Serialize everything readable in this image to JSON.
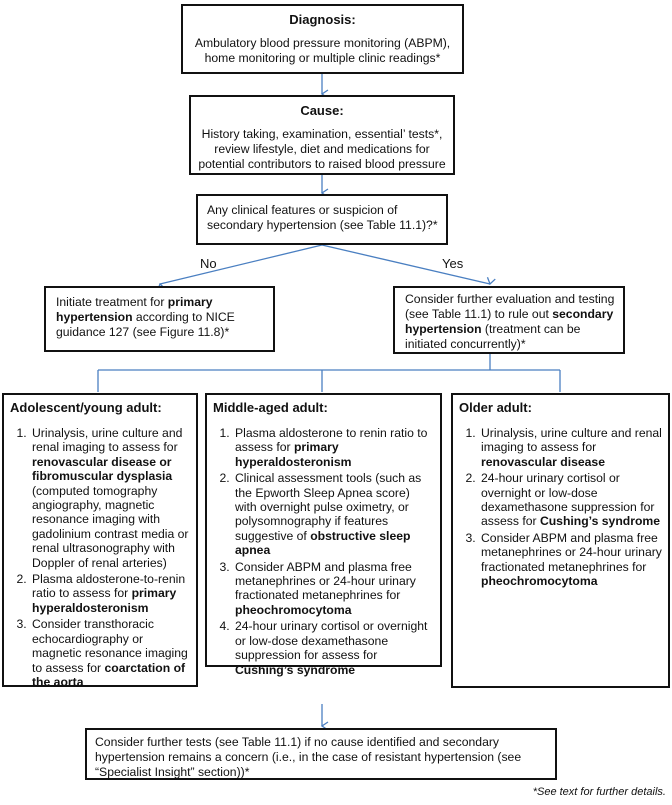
{
  "diagnosis": {
    "title": "Diagnosis:",
    "text": "Ambulatory blood pressure monitoring (ABPM), home monitoring or multiple clinic readings*"
  },
  "cause": {
    "title": "Cause:",
    "text": "History taking, examination, essential’ tests*, review lifestyle, diet and medications for potential contributors to raised blood pressure"
  },
  "question": {
    "text": "Any clinical features or suspicion of secondary hypertension (see Table 11.1)?*"
  },
  "branches": {
    "no": "No",
    "yes": "Yes"
  },
  "primary": {
    "pre": "Initiate treatment for ",
    "bold": "primary hypertension",
    "post": " according to NICE guidance 127 (see Figure 11.8)*"
  },
  "secondary": {
    "pre": "Consider further evaluation and testing (see Table 11.1) to rule out ",
    "bold": "secondary hypertension",
    "post": " (treatment can be initiated concurrently)*"
  },
  "columns": [
    {
      "title": "Adolescent/young adult:",
      "items": [
        {
          "pre": "Urinalysis, urine culture and renal imaging to assess for ",
          "bold": "renovascular disease or fibromuscular dysplasia",
          "post": " (computed tomography angiography, magnetic resonance imaging with gadolinium contrast media or renal ultrasonography with Doppler of renal arteries)"
        },
        {
          "pre": "Plasma aldosterone-to-renin ratio to assess for ",
          "bold": "primary hyperaldosteronism",
          "post": ""
        },
        {
          "pre": "Consider transthoracic echocardiography or magnetic resonance imaging to assess for ",
          "bold": "coarctation of the aorta",
          "post": ""
        }
      ]
    },
    {
      "title": "Middle-aged adult:",
      "items": [
        {
          "pre": "Plasma aldosterone to renin ratio to assess for ",
          "bold": "primary hyperaldosteronism",
          "post": ""
        },
        {
          "pre": "Clinical assessment tools (such as the Epworth Sleep Apnea score) with overnight pulse oximetry, or polysomnography if features suggestive of ",
          "bold": "obstructive sleep apnea",
          "post": ""
        },
        {
          "pre": "Consider ABPM and plasma free metanephrines or 24-hour urinary fractionated metanephrines for ",
          "bold": "pheochromocytoma",
          "post": ""
        },
        {
          "pre": "24-hour urinary cortisol or overnight or low-dose dexamethasone suppression for assess for ",
          "bold": "Cushing’s syndrome",
          "post": ""
        }
      ]
    },
    {
      "title": "Older adult:",
      "items": [
        {
          "pre": "Urinalysis, urine culture and renal imaging to assess for ",
          "bold": "renovascular disease",
          "post": ""
        },
        {
          "pre": "24-hour urinary cortisol or overnight or low-dose dexamethasone suppression for assess for ",
          "bold": "Cushing’s syndrome",
          "post": ""
        },
        {
          "pre": "Consider ABPM and plasma free metanephrines or 24-hour urinary fractionated metanephrines for ",
          "bold": "pheochromocytoma",
          "post": ""
        }
      ]
    }
  ],
  "final": {
    "text": "Consider further tests (see Table 11.1) if no cause identified and secondary hypertension remains a concern (i.e., in the case of resistant hypertension (see “Specialist Insight” section))*"
  },
  "footnote": "*See text for further details.",
  "colors": {
    "arrow": "#4a7fc1",
    "border": "#111111"
  }
}
